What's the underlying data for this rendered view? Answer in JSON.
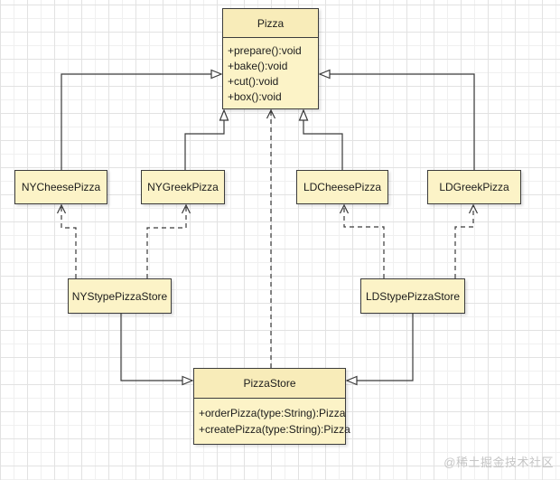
{
  "diagram": {
    "classes": {
      "pizza": {
        "name": "Pizza",
        "methods": [
          "+prepare():void",
          "+bake():void",
          "+cut():void",
          "+box():void"
        ]
      },
      "ny_cheese": {
        "name": "NYCheesePizza"
      },
      "ny_greek": {
        "name": "NYGreekPizza"
      },
      "ld_cheese": {
        "name": "LDCheesePizza"
      },
      "ld_greek": {
        "name": "LDGreekPizza"
      },
      "ny_store": {
        "name": "NYStypePizzaStore"
      },
      "ld_store": {
        "name": "LDStypePizzaStore"
      },
      "pizza_store": {
        "name": "PizzaStore",
        "methods": [
          "+orderPizza(type:String):Pizza",
          "+createPizza(type:String):Pizza"
        ]
      }
    },
    "relations": [
      {
        "from": "NYCheesePizza",
        "to": "Pizza",
        "type": "generalization"
      },
      {
        "from": "NYGreekPizza",
        "to": "Pizza",
        "type": "generalization"
      },
      {
        "from": "LDCheesePizza",
        "to": "Pizza",
        "type": "generalization"
      },
      {
        "from": "LDGreekPizza",
        "to": "Pizza",
        "type": "generalization"
      },
      {
        "from": "NYStypePizzaStore",
        "to": "PizzaStore",
        "type": "generalization"
      },
      {
        "from": "LDStypePizzaStore",
        "to": "PizzaStore",
        "type": "generalization"
      },
      {
        "from": "PizzaStore",
        "to": "Pizza",
        "type": "dependency"
      },
      {
        "from": "NYStypePizzaStore",
        "to": "NYCheesePizza",
        "type": "dependency"
      },
      {
        "from": "NYStypePizzaStore",
        "to": "NYGreekPizza",
        "type": "dependency"
      },
      {
        "from": "LDStypePizzaStore",
        "to": "LDCheesePizza",
        "type": "dependency"
      },
      {
        "from": "LDStypePizzaStore",
        "to": "LDGreekPizza",
        "type": "dependency"
      }
    ],
    "colors": {
      "box_fill": "#fcf3c7",
      "box_border": "#3c3c3c",
      "line": "#3a3a3a",
      "grid_minor": "#f0f0f0",
      "grid_major": "#e2e2e2",
      "watermark": "#c5c5c5"
    }
  },
  "watermark": {
    "text": "@稀土掘金技术社区"
  }
}
